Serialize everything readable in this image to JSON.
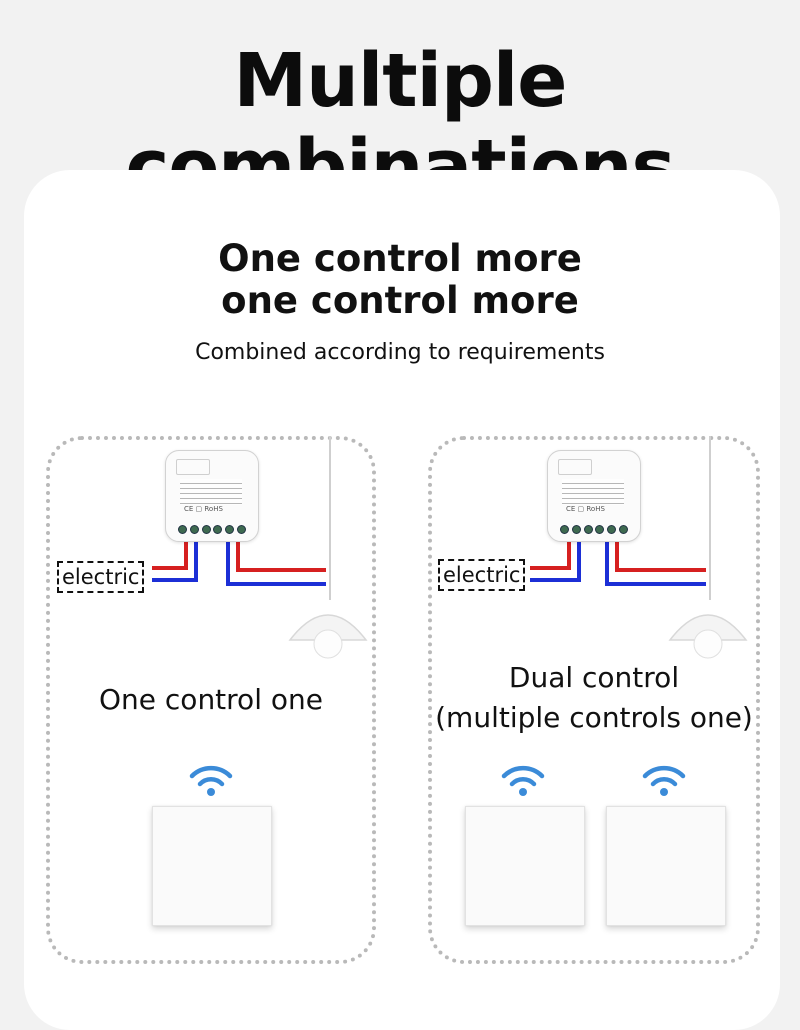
{
  "headline": "Multiple combinations",
  "subtitle": {
    "line1": "One control more",
    "line2": "one control more"
  },
  "note": "Combined according to requirements",
  "panels": {
    "left": {
      "wire_label": "electric",
      "caption": "One control one"
    },
    "right": {
      "wire_label": "electric",
      "caption_line1": "Dual control",
      "caption_line2": "(multiple controls one)"
    }
  },
  "icons": {
    "wifi": "wifi-icon",
    "lamp": "pendant-lamp-icon",
    "module": "smart-switch-module",
    "switch": "wall-switch-panel"
  },
  "colors": {
    "live_wire": "#d62020",
    "neutral_wire": "#1c2fd6",
    "wifi": "#3b8bd8"
  }
}
